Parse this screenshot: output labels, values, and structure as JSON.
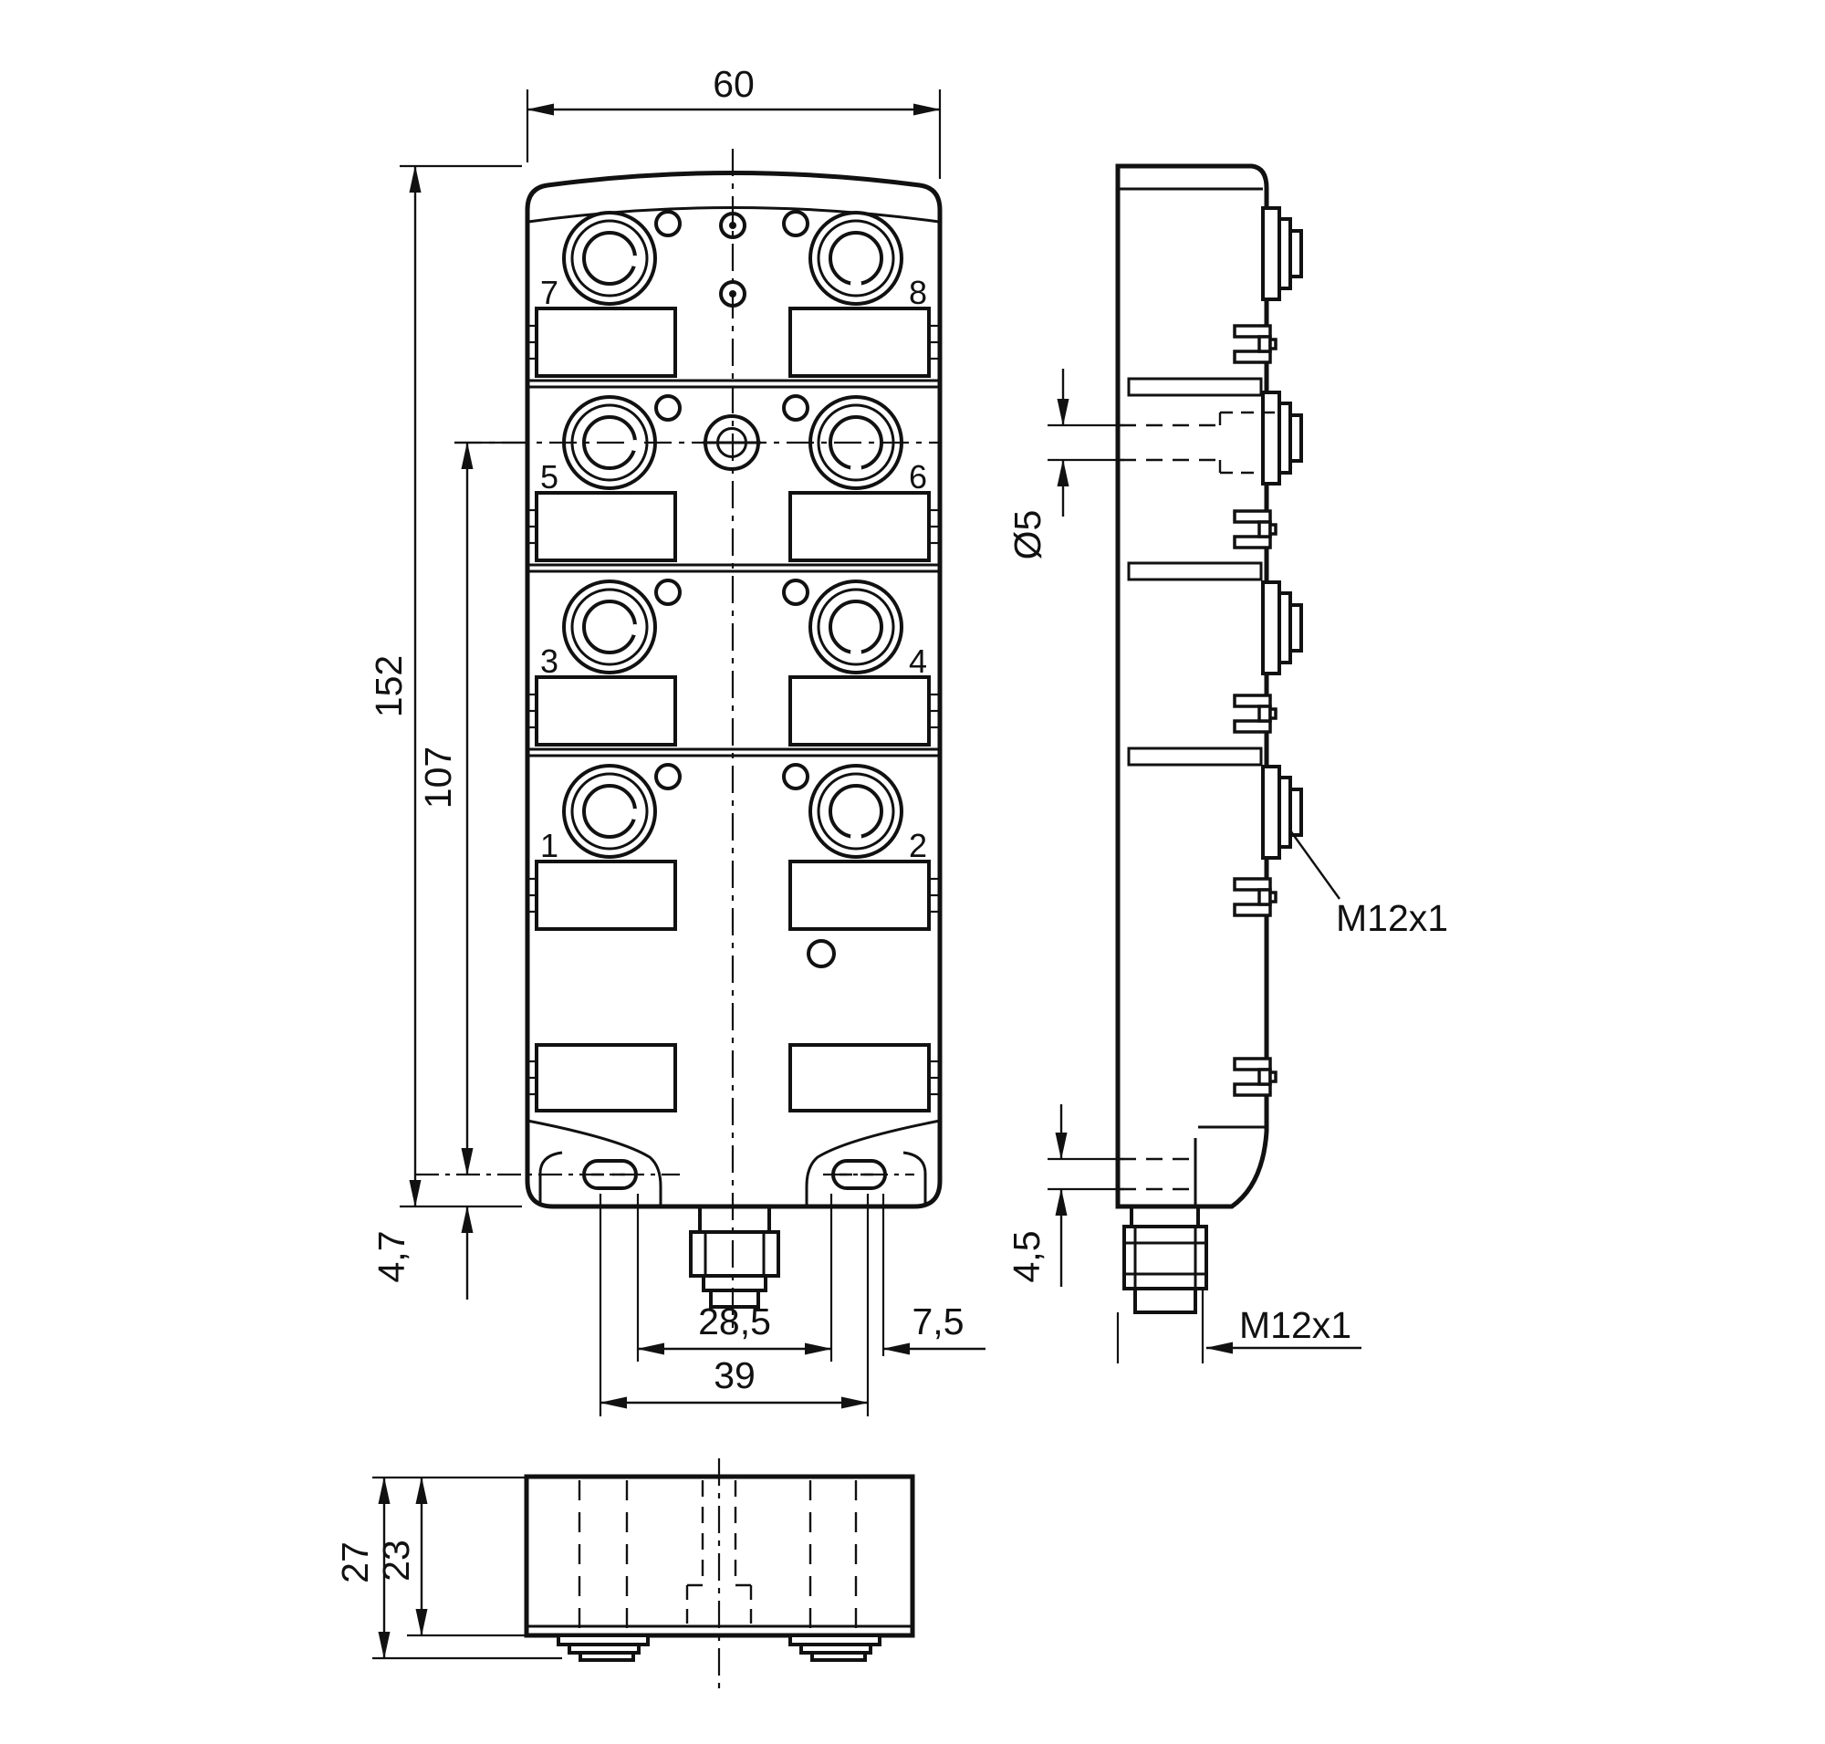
{
  "front_view": {
    "port_numbers": [
      "1",
      "2",
      "3",
      "4",
      "5",
      "6",
      "7",
      "8"
    ],
    "dim_width": "60",
    "dim_height": "152",
    "dim_ports_center_height": "107",
    "dim_slot_to_bottom": "4,7",
    "dim_slot_inner_span": "28,5",
    "dim_slot_width": "7,5",
    "dim_slot_outer_span": "39"
  },
  "side_view": {
    "dim_hole_diameter": "Ø5",
    "dim_hole_offset": "4,5",
    "label_connector_thread": "M12x1",
    "label_gland_thread": "M12x1"
  },
  "bottom_view": {
    "dim_depth_total": "27",
    "dim_depth_body": "23"
  },
  "colors": {
    "line": "#111111",
    "background": "#ffffff"
  }
}
